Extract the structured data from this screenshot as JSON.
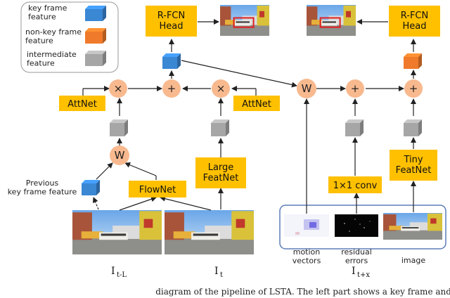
{
  "legend": {
    "key": "key frame\nfeature",
    "nonkey": "non-key frame\nfeature",
    "inter": "intermediate\nfeature"
  },
  "colors": {
    "yellow": "#FFC000",
    "blue": "#3A87D4",
    "orange": "#F07A2B",
    "gray": "#A6A6A6",
    "circle": "#F8B98F",
    "frame_border": "#5B7DB9"
  },
  "boxes": {
    "rfcn_left": "R-FCN\nHead",
    "rfcn_right": "R-FCN\nHead",
    "attnet_left": "AttNet",
    "attnet_right": "AttNet",
    "flownet": "FlowNet",
    "large_featnet": "Large\nFeatNet",
    "conv": "1×1 conv",
    "tiny_featnet": "Tiny\nFeatNet"
  },
  "ops": {
    "times": "×",
    "plus": "+",
    "warp": "W"
  },
  "labels": {
    "prev_key": "Previous\nkey frame feature",
    "motion": "motion\nvectors",
    "residual": "residual\nerrors",
    "image": "image",
    "I_main": "I",
    "sub_tL": "t-L",
    "sub_t": "t",
    "sub_tx": "t+x"
  },
  "caption": "                                                          diagram of the pipeline of LSTA. The left part shows a key frame and its"
}
